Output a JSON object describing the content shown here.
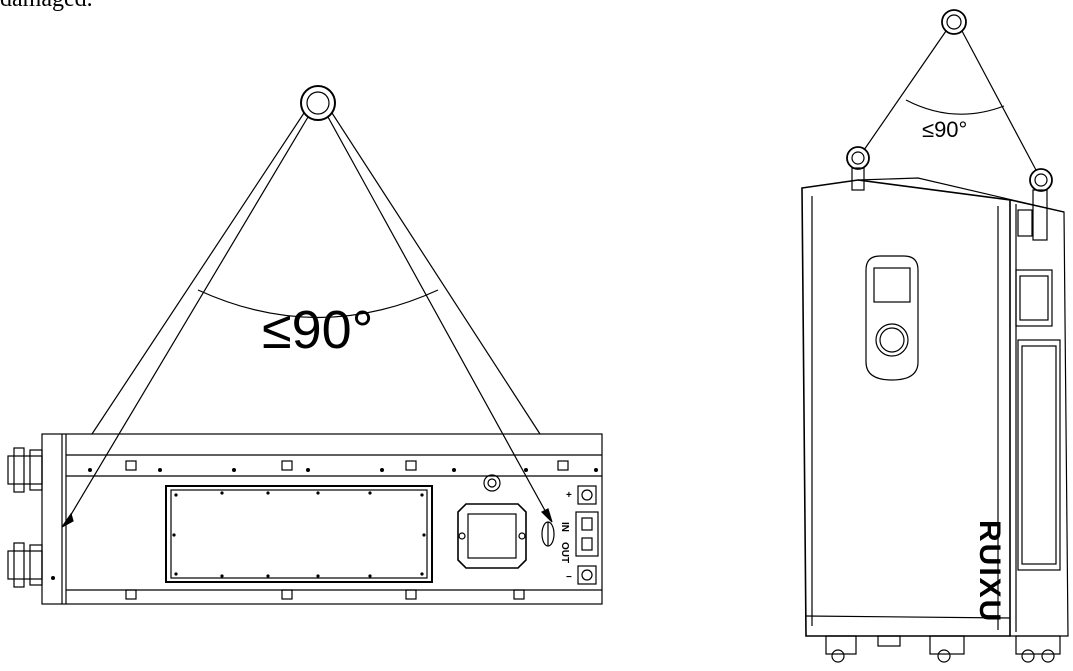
{
  "heading_fragment": "damaged.",
  "left_diagram": {
    "angle_label": "≤90°",
    "port_labels": {
      "plus": "+",
      "minus": "−",
      "in": "IN",
      "out": "OUT"
    }
  },
  "right_diagram": {
    "angle_label": "≤90°",
    "brand": "RUIXU"
  },
  "colors": {
    "line": "#000000",
    "background": "#ffffff"
  }
}
